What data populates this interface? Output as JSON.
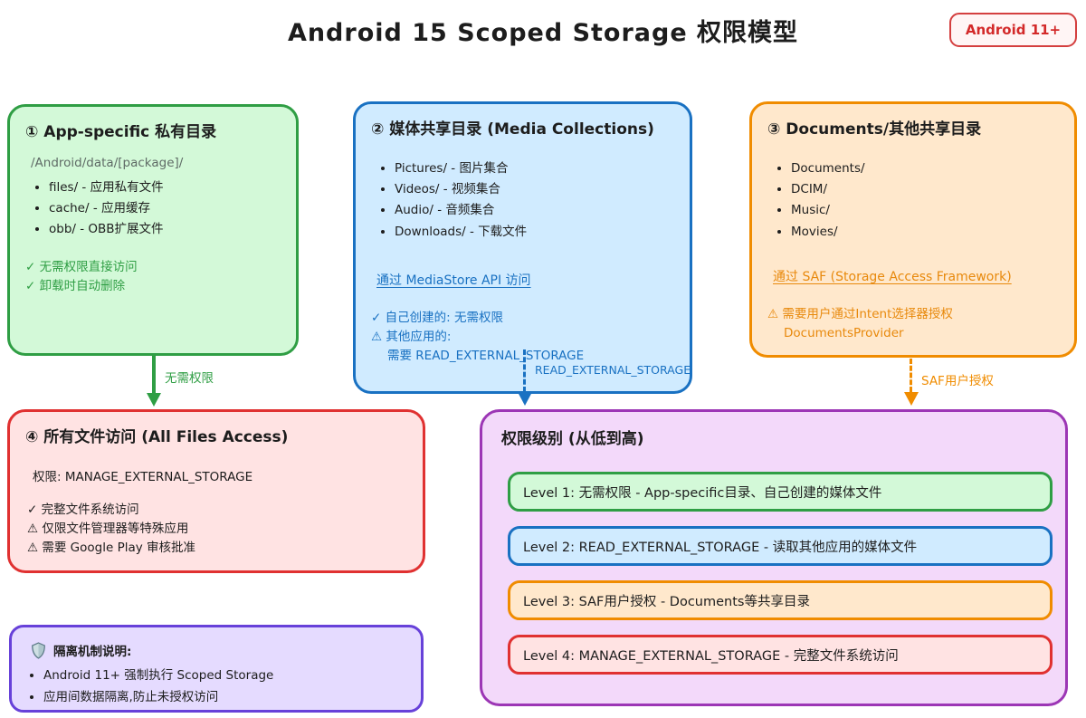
{
  "title": "Android 15 Scoped Storage 权限模型",
  "badge": "Android 11+",
  "app_specific": {
    "title": "① App-specific 私有目录",
    "path": "/Android/data/[package]/",
    "items": [
      "files/ - 应用私有文件",
      "cache/ - 应用缓存",
      "obb/ - OBB扩展文件"
    ],
    "notes": [
      "✓ 无需权限直接访问",
      "✓ 卸载时自动删除"
    ],
    "arrow_label": "无需权限"
  },
  "media": {
    "title": "② 媒体共享目录 (Media Collections)",
    "items": [
      "Pictures/ - 图片集合",
      "Videos/ - 视频集合",
      "Audio/ - 音频集合",
      "Downloads/ - 下载文件"
    ],
    "access": "通过 MediaStore API 访问",
    "notes": [
      "✓ 自己创建的: 无需权限",
      "⚠ 其他应用的:",
      "需要 READ_EXTERNAL_STORAGE"
    ],
    "arrow_label": "READ_EXTERNAL_STORAGE"
  },
  "documents": {
    "title": "③ Documents/其他共享目录",
    "items": [
      "Documents/",
      "DCIM/",
      "Music/",
      "Movies/"
    ],
    "access": "通过 SAF (Storage Access Framework)",
    "notes": [
      "⚠ 需要用户通过Intent选择器授权",
      "DocumentsProvider"
    ],
    "arrow_label": "SAF用户授权"
  },
  "all_files": {
    "title": "④ 所有文件访问 (All Files Access)",
    "permission": "权限: MANAGE_EXTERNAL_STORAGE",
    "notes": [
      "✓ 完整文件系统访问",
      "⚠ 仅限文件管理器等特殊应用",
      "⚠ 需要 Google Play 审核批准"
    ]
  },
  "isolation": {
    "title": "隔离机制说明:",
    "items": [
      "Android 11+ 强制执行 Scoped Storage",
      "应用间数据隔离,防止未授权访问"
    ]
  },
  "levels": {
    "title": "权限级别 (从低到高)",
    "items": [
      "Level 1: 无需权限 - App-specific目录、自己创建的媒体文件",
      "Level 2: READ_EXTERNAL_STORAGE - 读取其他应用的媒体文件",
      "Level 3: SAF用户授权 - Documents等共享目录",
      "Level 4: MANAGE_EXTERNAL_STORAGE - 完整文件系统访问"
    ]
  },
  "colors": {
    "green": "#2f9e44",
    "green_fill": "#d3f9d8",
    "blue": "#1971c2",
    "blue_fill": "#d0ebff",
    "orange": "#f08c00",
    "orange_fill": "#ffe8cc",
    "red": "#e03131",
    "red_fill": "#ffe3e3",
    "purple": "#6741d9",
    "purple_fill": "#e5dbff",
    "magenta": "#9c36b5",
    "magenta_fill": "#f3d9fa"
  }
}
